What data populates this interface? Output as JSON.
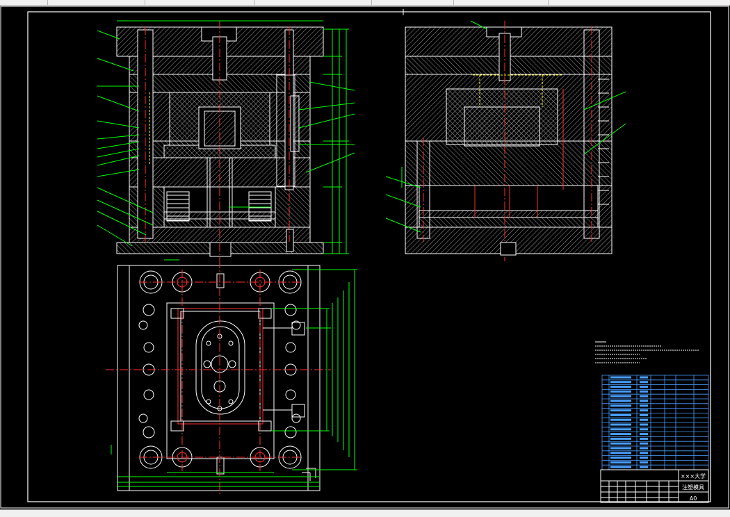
{
  "titleblock": {
    "school": "×××大学",
    "drawing_name": "注塑模具",
    "sheet_size": "A0"
  },
  "colors": {
    "background": "#000000",
    "frame": "#ffffff",
    "outline": "#ffffff",
    "hatch": "#a0a0a0",
    "dimension": "#00ff00",
    "centerline": "#ff3030",
    "hidden": "#ffff00",
    "table": "#4aa0ff",
    "magenta": "#ff40ff"
  }
}
